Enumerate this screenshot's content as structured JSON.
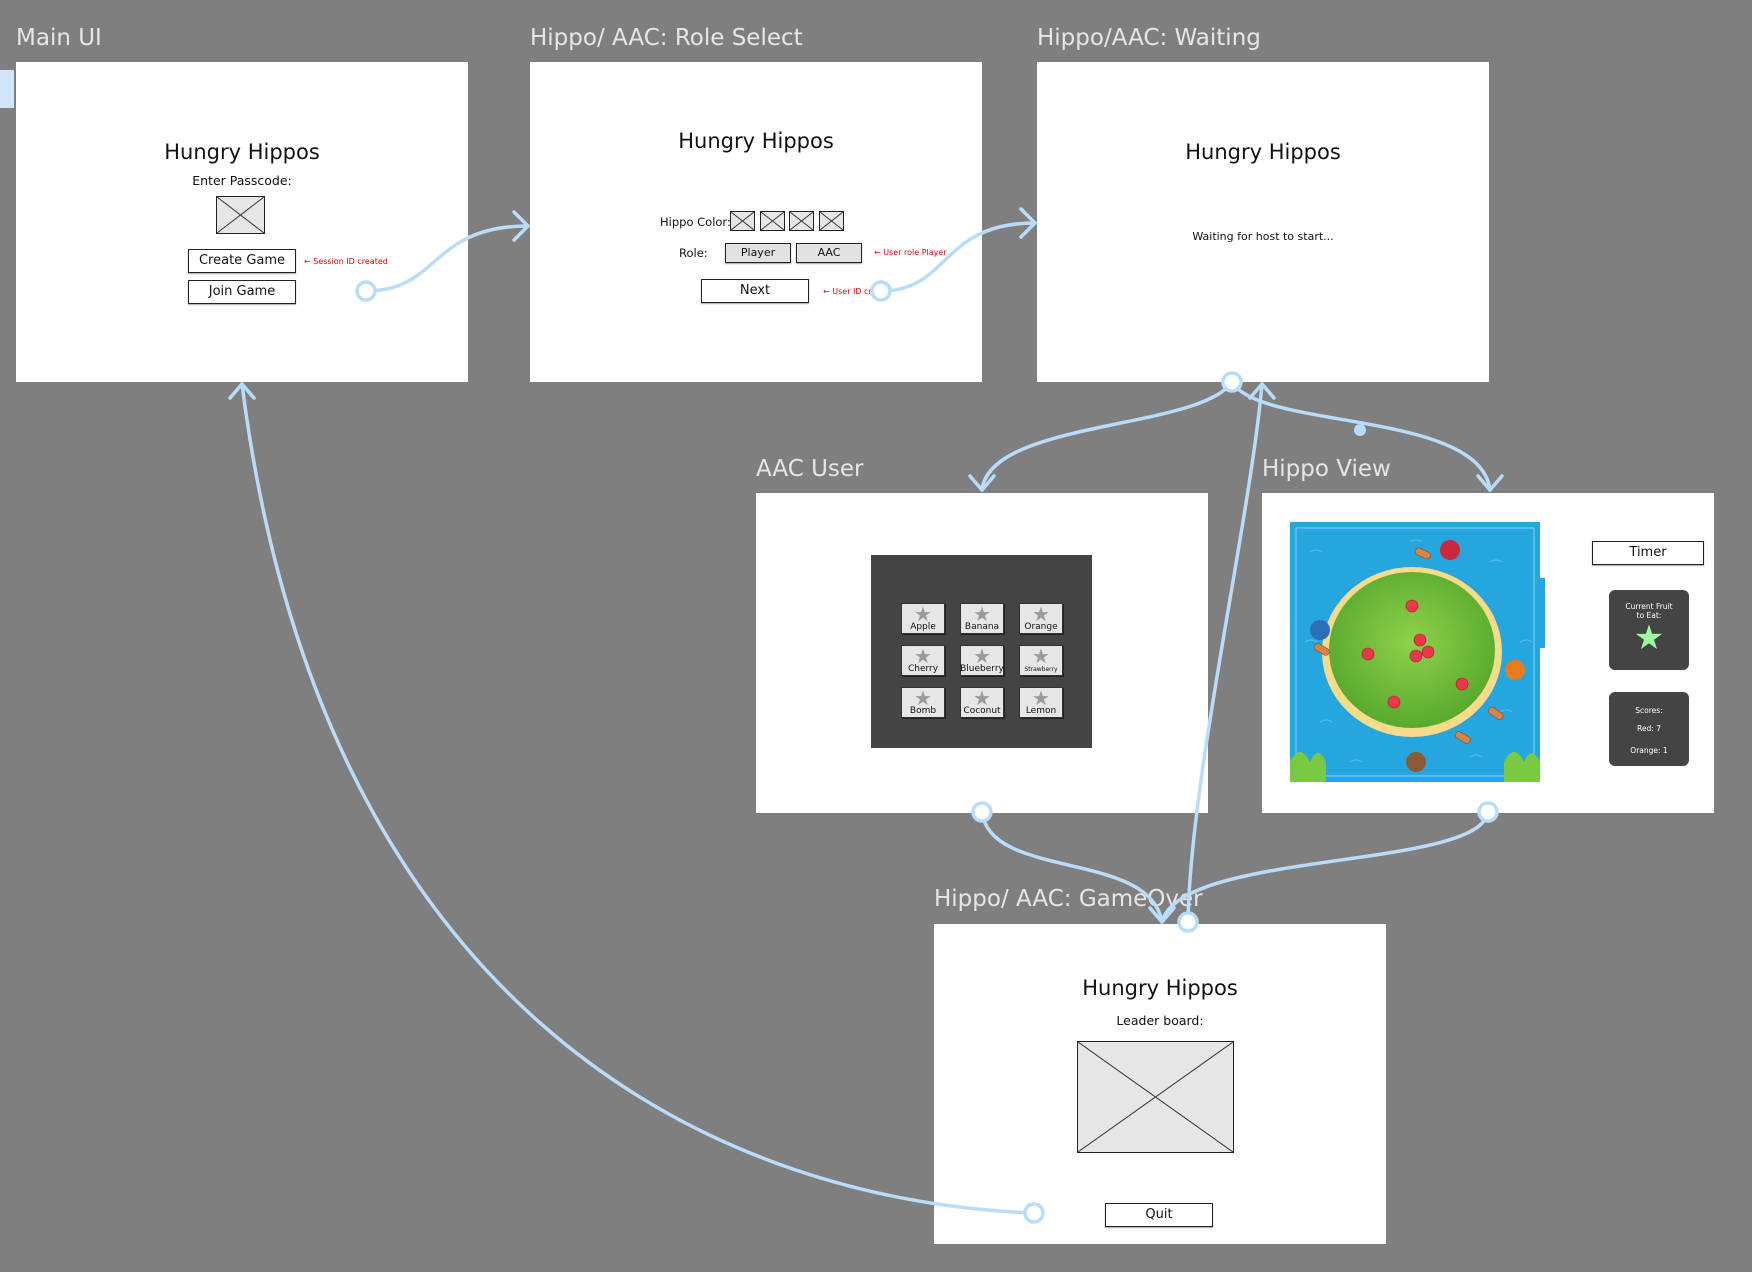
{
  "frames": {
    "main_ui": {
      "label": "Main UI",
      "title": "Hungry Hippos",
      "passcode_label": "Enter Passcode:",
      "create_button": "Create Game",
      "join_button": "Join Game",
      "note": "← Session ID created"
    },
    "role_select": {
      "label": "Hippo/ AAC: Role Select",
      "title": "Hungry Hippos",
      "color_label": "Hippo Color:",
      "role_label": "Role:",
      "player_button": "Player",
      "aac_button": "AAC",
      "next_button": "Next",
      "role_note": "← User role Player",
      "id_note": "← User ID cr"
    },
    "waiting": {
      "label": "Hippo/AAC: Waiting",
      "title": "Hungry Hippos",
      "message": "Waiting for host to start..."
    },
    "aac_user": {
      "label": "AAC User",
      "tiles": [
        "Apple",
        "Banana",
        "Orange",
        "Cherry",
        "Blueberry",
        "Strawberry",
        "Bomb",
        "Coconut",
        "Lemon"
      ]
    },
    "hippo_view": {
      "label": "Hippo View",
      "timer_button": "Timer",
      "fruit_card_title": "Current Fruit to Eat:",
      "scores_title": "Scores:",
      "score_red": "Red: 7",
      "score_orange": "Orange: 1"
    },
    "game_over": {
      "label": "Hippo/ AAC: GameOver",
      "title": "Hungry Hippos",
      "leaderboard_label": "Leader board:",
      "quit_button": "Quit"
    }
  },
  "colors": {
    "canvas": "#7f7f7f",
    "connector": "#b9dcfb",
    "note": "#e00000",
    "dark_card": "#444444",
    "star_green": "#9dfc9f",
    "water": "#25a6df"
  }
}
